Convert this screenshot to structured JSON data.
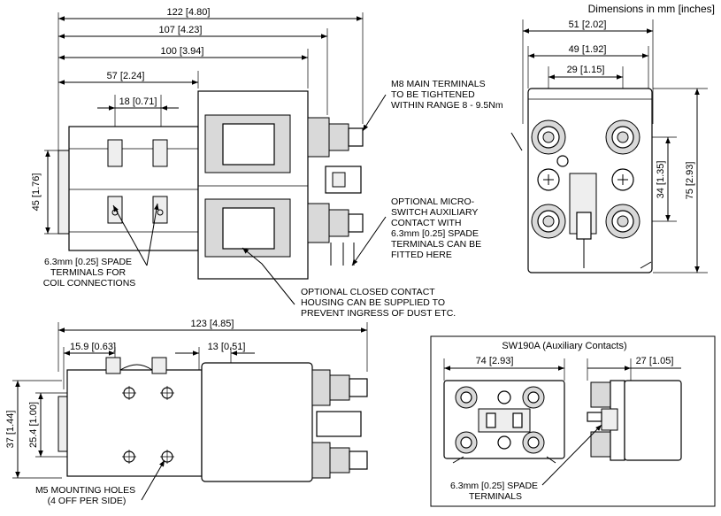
{
  "header": {
    "units_note": "Dimensions in mm [inches]"
  },
  "top_view": {
    "dims": [
      {
        "mm": "122",
        "in": "4.80"
      },
      {
        "mm": "107",
        "in": "4.23"
      },
      {
        "mm": "100",
        "in": "3.94"
      },
      {
        "mm": "57",
        "in": "2.24"
      },
      {
        "mm": "18",
        "in": "0.71"
      },
      {
        "mm": "45",
        "in": "1.76"
      }
    ]
  },
  "end_view": {
    "dims": [
      {
        "mm": "51",
        "in": "2.02"
      },
      {
        "mm": "49",
        "in": "1.92"
      },
      {
        "mm": "29",
        "in": "1.15"
      },
      {
        "mm": "34",
        "in": "1.35"
      },
      {
        "mm": "75",
        "in": "2.93"
      }
    ]
  },
  "side_view": {
    "dims": [
      {
        "mm": "123",
        "in": "4.85"
      },
      {
        "mm": "15.9",
        "in": "0.63"
      },
      {
        "mm": "13",
        "in": "0.51"
      },
      {
        "mm": "37",
        "in": "1.44"
      },
      {
        "mm": "25.4",
        "in": "1.00"
      }
    ]
  },
  "aux_panel": {
    "title": "SW190A (Auxiliary Contacts)",
    "dims": [
      {
        "mm": "74",
        "in": "2.93"
      },
      {
        "mm": "27",
        "in": "1.05"
      }
    ]
  },
  "callouts": {
    "main_terminals": [
      "M8 MAIN TERMINALS",
      "TO BE TIGHTENED",
      "WITHIN RANGE 8 - 9.5Nm"
    ],
    "micro_switch": [
      "OPTIONAL MICRO-",
      "SWITCH AUXILIARY",
      "CONTACT WITH",
      "6.3mm [0.25] SPADE",
      "TERMINALS CAN BE",
      "FITTED HERE"
    ],
    "coil_spade": [
      "6.3mm [0.25] SPADE",
      "TERMINALS FOR",
      "COIL CONNECTIONS"
    ],
    "closed_housing": [
      "OPTIONAL CLOSED CONTACT",
      "HOUSING CAN BE SUPPLIED TO",
      "PREVENT INGRESS OF DUST ETC."
    ],
    "mounting_holes": [
      "M5 MOUNTING HOLES",
      "(4 OFF PER SIDE)"
    ],
    "aux_spade": [
      "6.3mm [0.25] SPADE",
      "TERMINALS"
    ]
  },
  "colors": {
    "line": "#000000",
    "shade": "#d9d9d9",
    "background": "#ffffff"
  }
}
